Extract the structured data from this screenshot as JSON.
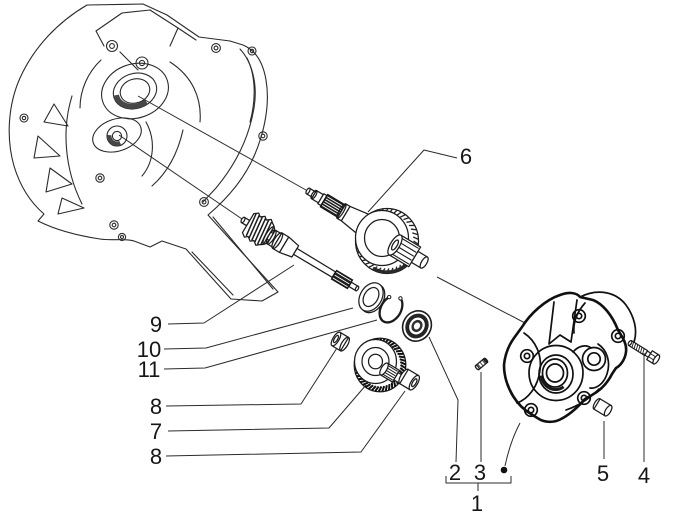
{
  "figure": {
    "kind": "exploded-parts-diagram",
    "subject": "reduction gear unit with crankcase, gear shafts and cover",
    "background": "#ffffff",
    "ink": "#1c1c1c"
  },
  "callouts": {
    "c6": {
      "label": "6"
    },
    "c9": {
      "label": "9"
    },
    "c10": {
      "label": "10"
    },
    "c11": {
      "label": "11"
    },
    "c8a": {
      "label": "8"
    },
    "c7": {
      "label": "7"
    },
    "c8b": {
      "label": "8"
    },
    "c2": {
      "label": "2"
    },
    "c3": {
      "label": "3"
    },
    "c1": {
      "label": "1"
    },
    "c5": {
      "label": "5"
    },
    "c4": {
      "label": "4"
    }
  },
  "bracket_group": {
    "label": "1",
    "members": [
      "2",
      "3",
      "dot"
    ]
  }
}
